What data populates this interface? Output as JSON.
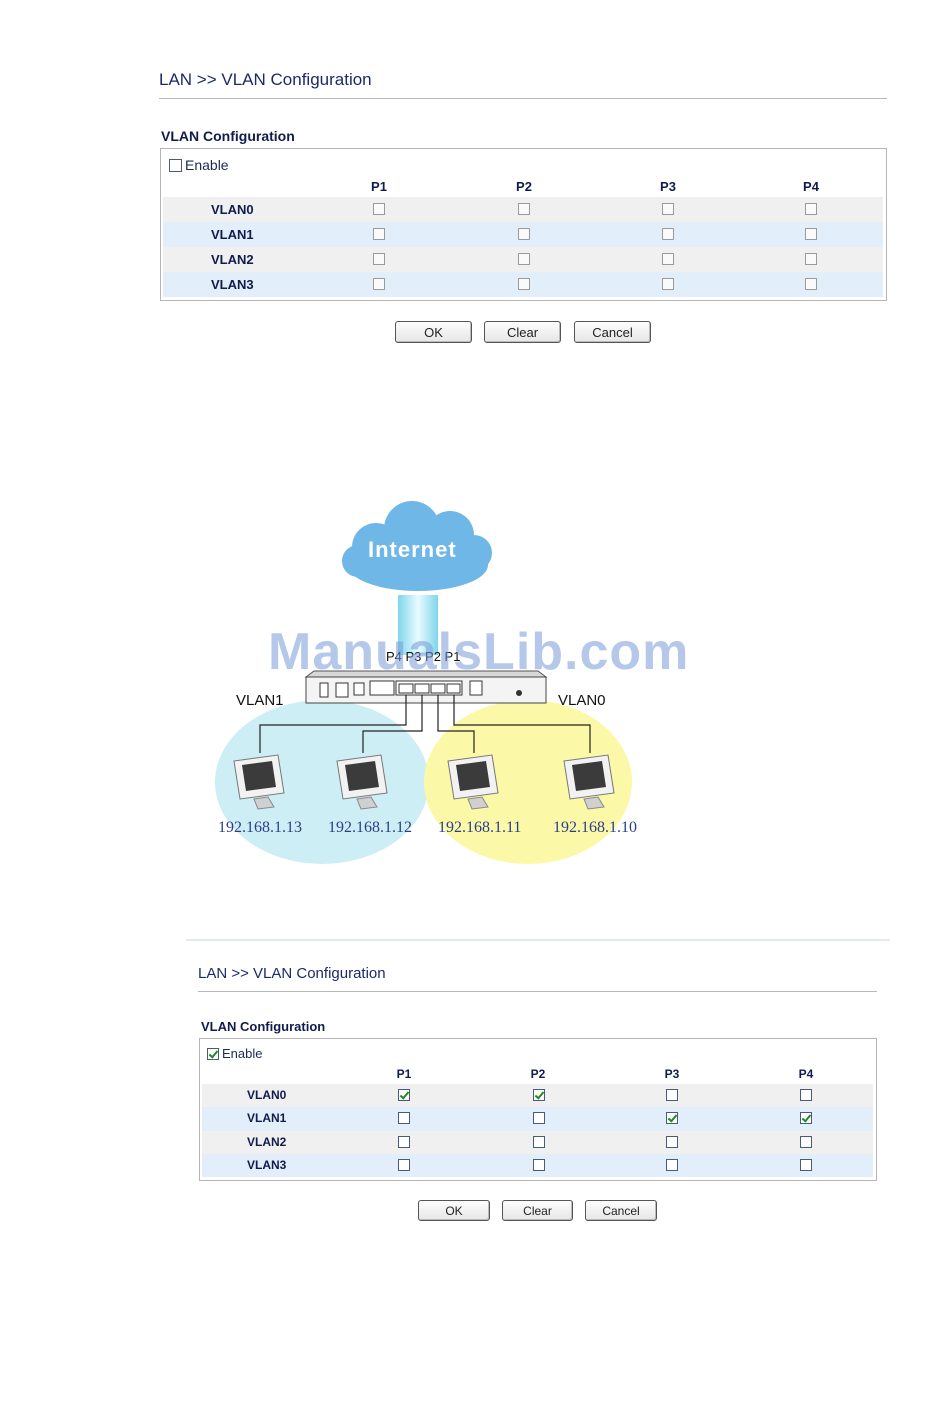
{
  "panel_top": {
    "title": "LAN >> VLAN Configuration",
    "section_title": "VLAN Configuration",
    "enable_label": "Enable",
    "enable_checked": false,
    "ports": [
      "P1",
      "P2",
      "P3",
      "P4"
    ],
    "rows": [
      {
        "label": "VLAN0",
        "checks": [
          false,
          false,
          false,
          false
        ]
      },
      {
        "label": "VLAN1",
        "checks": [
          false,
          false,
          false,
          false
        ]
      },
      {
        "label": "VLAN2",
        "checks": [
          false,
          false,
          false,
          false
        ]
      },
      {
        "label": "VLAN3",
        "checks": [
          false,
          false,
          false,
          false
        ]
      }
    ],
    "buttons": {
      "ok": "OK",
      "clear": "Clear",
      "cancel": "Cancel"
    }
  },
  "diagram": {
    "cloud_label": "Internet",
    "port_labels": "P4 P3 P2 P1",
    "vlan_left": "VLAN1",
    "vlan_right": "VLAN0",
    "hosts": [
      "192.168.1.13",
      "192.168.1.12",
      "192.168.1.11",
      "192.168.1.10"
    ],
    "watermark": "ManualsLib.com",
    "colors": {
      "vlan1_zone": "#cdeef5",
      "vlan0_zone": "#fbf8a8",
      "cloud": "#6fb7e6"
    }
  },
  "panel_bottom": {
    "title": "LAN >> VLAN Configuration",
    "section_title": "VLAN Configuration",
    "enable_label": "Enable",
    "enable_checked": true,
    "ports": [
      "P1",
      "P2",
      "P3",
      "P4"
    ],
    "rows": [
      {
        "label": "VLAN0",
        "checks": [
          true,
          true,
          false,
          false
        ]
      },
      {
        "label": "VLAN1",
        "checks": [
          false,
          false,
          true,
          true
        ]
      },
      {
        "label": "VLAN2",
        "checks": [
          false,
          false,
          false,
          false
        ]
      },
      {
        "label": "VLAN3",
        "checks": [
          false,
          false,
          false,
          false
        ]
      }
    ],
    "buttons": {
      "ok": "OK",
      "clear": "Clear",
      "cancel": "Cancel"
    }
  }
}
